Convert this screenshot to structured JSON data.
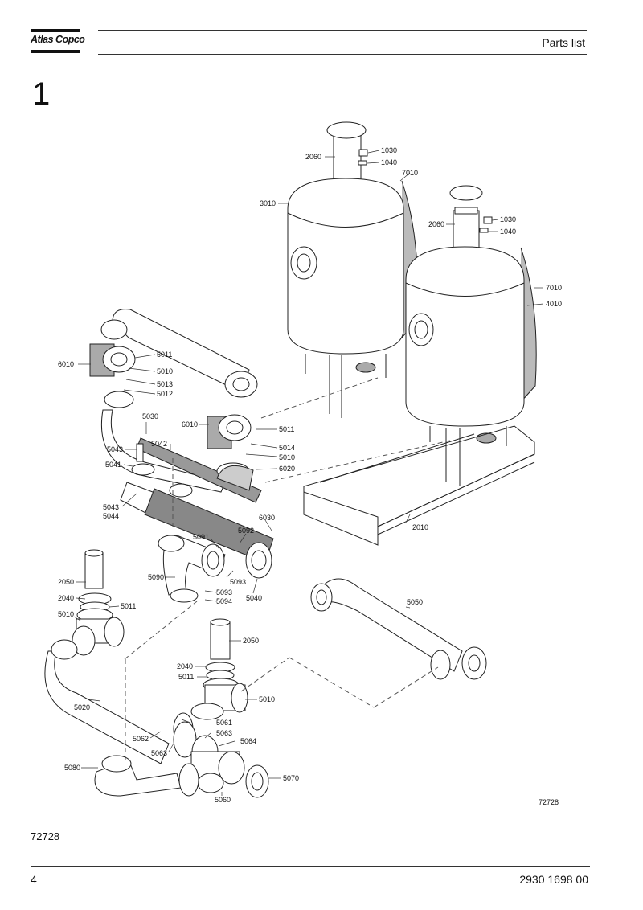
{
  "header": {
    "logo_text": "Atlas Copco",
    "title": "Parts list"
  },
  "section_number": "1",
  "figure_id": "72728",
  "footer": {
    "page_number": "4",
    "document_number": "2930 1698 00"
  },
  "callouts": [
    "2060",
    "1030",
    "1040",
    "7010",
    "3010",
    "2060",
    "1030",
    "1040",
    "7010",
    "4010",
    "6010",
    "5011",
    "5010",
    "5013",
    "5012",
    "5030",
    "6010",
    "5011",
    "5043",
    "5042",
    "5014",
    "5010",
    "5041",
    "6020",
    "5043",
    "5044",
    "6030",
    "5091",
    "5092",
    "2050",
    "5090",
    "5093",
    "5093",
    "5094",
    "5040",
    "2040",
    "5011",
    "5010",
    "2010",
    "5050",
    "2050",
    "2040",
    "5011",
    "5010",
    "5020",
    "5062",
    "5063",
    "5061",
    "5063",
    "5064",
    "5080",
    "5070",
    "5060"
  ]
}
